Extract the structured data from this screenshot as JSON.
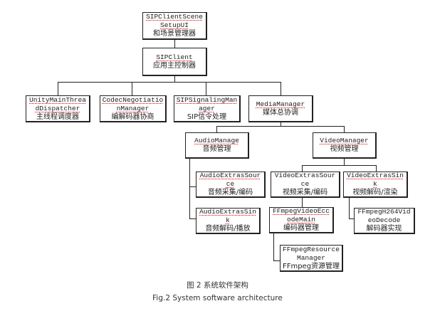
{
  "diagram": {
    "nodes": {
      "scene_setup": {
        "en": "SIPClientSceneSetupUI",
        "zh": "和场景管理器"
      },
      "sip_client": {
        "en": "SIPClient",
        "zh": "应用主控制器"
      },
      "unity_dispatcher": {
        "en": "UnityMainThreadDispatcher",
        "zh": "主线程调度器"
      },
      "codec_negotiation": {
        "en": "CodecNegotiationManager",
        "zh": "编解码器协商"
      },
      "sip_signaling": {
        "en": "SIPSignalingManager",
        "zh": "SIP信令处理"
      },
      "media_manager": {
        "en": "MediaManager",
        "zh": "媒体总协调"
      },
      "audio_manage": {
        "en": "AudioManage",
        "zh": "音频管理"
      },
      "video_manager": {
        "en": "VideoManager",
        "zh": "视频管理"
      },
      "audio_extras_source": {
        "en": "AudioExtrasSource",
        "zh": "音频采集/编码"
      },
      "audio_extras_sink": {
        "en": "AudioExtrasSink",
        "zh": "音频解码/播放"
      },
      "video_extras_source": {
        "en": "VideoExtrasSource",
        "zh": "视频采集/编码"
      },
      "video_extras_sink": {
        "en": "VideoExtrasSink",
        "zh": "视频解码/渲染"
      },
      "ffmpeg_video_encode": {
        "en": "FFmpegVideoEccodeMain",
        "zh": "编码器管理"
      },
      "ffmpeg_resource": {
        "en": "FFmpegResourceManager",
        "zh": "FFmpeg资源管理"
      },
      "ffmpeg_h264_decode": {
        "en": "FFmpegH264VideoDecode",
        "zh": "解码器实现"
      }
    },
    "edges": [
      [
        "scene_setup",
        "sip_client"
      ],
      [
        "sip_client",
        "unity_dispatcher"
      ],
      [
        "sip_client",
        "codec_negotiation"
      ],
      [
        "sip_client",
        "sip_signaling"
      ],
      [
        "sip_client",
        "media_manager"
      ],
      [
        "media_manager",
        "audio_manage"
      ],
      [
        "media_manager",
        "video_manager"
      ],
      [
        "audio_manage",
        "audio_extras_source"
      ],
      [
        "audio_manage",
        "audio_extras_sink"
      ],
      [
        "video_manager",
        "video_extras_source"
      ],
      [
        "video_manager",
        "video_extras_sink"
      ],
      [
        "video_extras_source",
        "ffmpeg_video_encode"
      ],
      [
        "ffmpeg_video_encode",
        "ffmpeg_resource"
      ],
      [
        "video_extras_sink",
        "ffmpeg_h264_decode"
      ]
    ]
  },
  "caption": {
    "zh": "图 2  系统软件架构",
    "en": "Fig.2  System software architecture"
  }
}
